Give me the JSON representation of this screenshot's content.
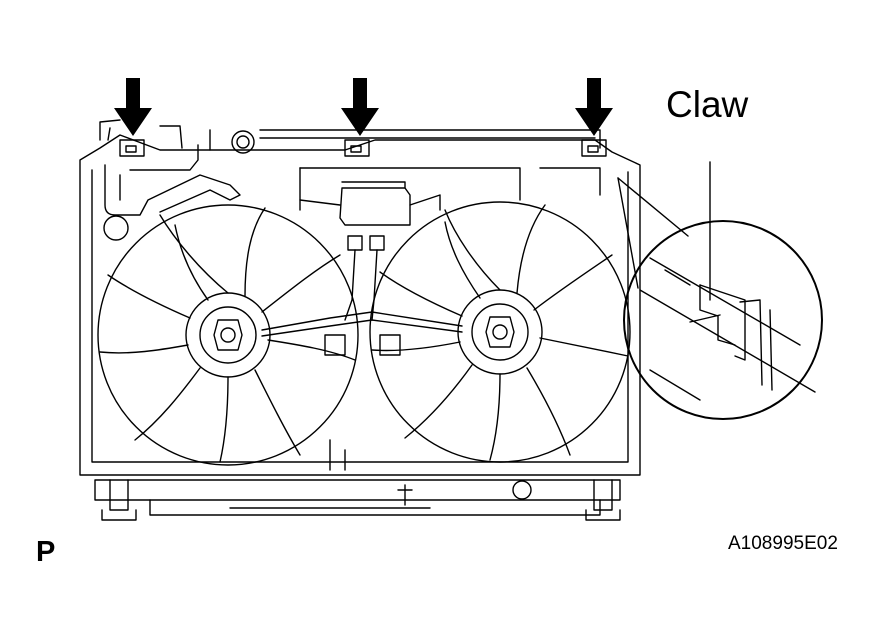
{
  "labels": {
    "claw": "Claw",
    "view_letter": "P",
    "figure_id": "A108995E02"
  },
  "colors": {
    "ink": "#000000",
    "paper": "#ffffff"
  },
  "icons": {
    "pointer_arrows": [
      "arrow-down-icon",
      "arrow-down-icon",
      "arrow-down-icon"
    ]
  }
}
